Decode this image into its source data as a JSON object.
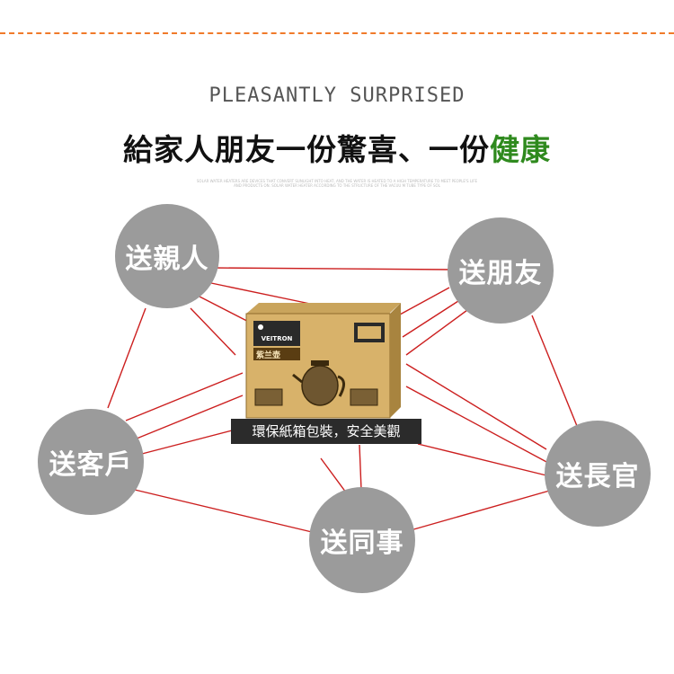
{
  "header": {
    "subtitle_en": "PLEASANTLY SURPRISED",
    "headline_main": "給家人朋友一份驚喜、一份",
    "headline_accent": "健康",
    "fine_print": "SOLAR WATER HEATERS ARE DEVICES THAT CONVERT SUNLIGHT INTO HEAT, AND THE WATER IS HEATED TO A HIGH TEMPERATURE TO MEET PEOPLE'S LIFE AND PRODUCTS ON. SOLAR WATER HEATER ACCORDING TO THE STRUCTURE OF THE VACUU M TUBE TYPE OF SOL"
  },
  "recipients": {
    "family": "送親人",
    "friends": "送朋友",
    "clients": "送客戶",
    "elders": "送長官",
    "colleagues": "送同事"
  },
  "product": {
    "brand": "VEITRON",
    "box_label": "紫兰壶",
    "caption": "環保紙箱包裝，安全美觀"
  },
  "colors": {
    "dashed_rule": "#f07a2a",
    "accent_green": "#2f8a1e",
    "circle_gray": "#9b9b9b",
    "connector_red": "#cc1f1f"
  }
}
